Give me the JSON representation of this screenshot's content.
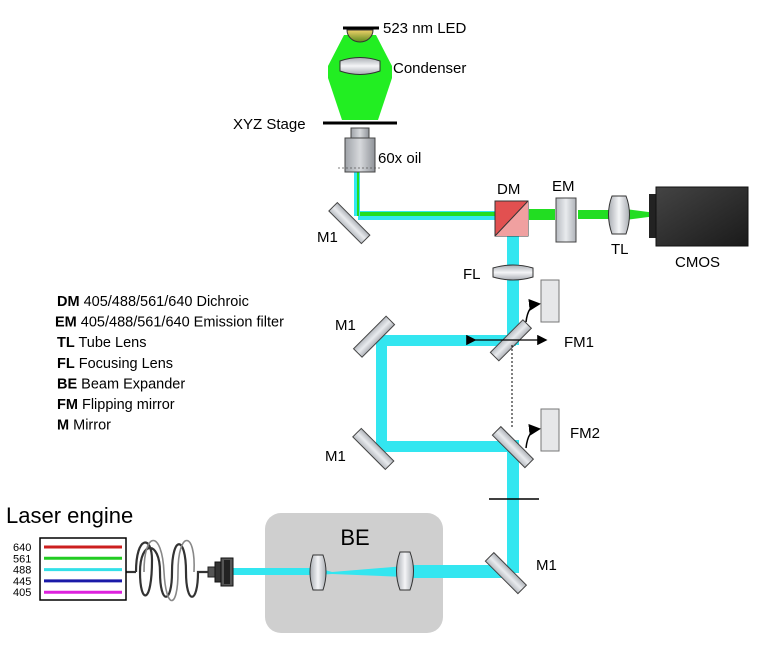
{
  "labels": {
    "led": "523 nm LED",
    "condenser": "Condenser",
    "stage": "XYZ Stage",
    "objective": "60x oil",
    "m1_top": "M1",
    "dm": "DM",
    "em": "EM",
    "tl": "TL",
    "cmos": "CMOS",
    "fl": "FL",
    "m1_mid_upper": "M1",
    "fm1": "FM1",
    "m1_mid_lower": "M1",
    "fm2": "FM2",
    "laser_engine": "Laser engine",
    "be": "BE",
    "m1_bottom": "M1"
  },
  "legend": [
    {
      "abbr": "DM",
      "text": "405/488/561/640 Dichroic"
    },
    {
      "abbr": "EM",
      "text": "405/488/561/640 Emission filter"
    },
    {
      "abbr": "TL",
      "text": "Tube Lens"
    },
    {
      "abbr": "FL",
      "text": "Focusing Lens"
    },
    {
      "abbr": "BE",
      "text": "Beam Expander"
    },
    {
      "abbr": "FM",
      "text": "Flipping mirror"
    },
    {
      "abbr": "M",
      "text": "Mirror"
    }
  ],
  "laser_lines": [
    {
      "wavelength": "640",
      "color": "#cc1f1f"
    },
    {
      "wavelength": "561",
      "color": "#22cc22"
    },
    {
      "wavelength": "488",
      "color": "#33e0e8"
    },
    {
      "wavelength": "445",
      "color": "#1a1aa8"
    },
    {
      "wavelength": "405",
      "color": "#dd22dd"
    }
  ],
  "colors": {
    "excitation_beam": "#33e6f0",
    "emission_beam": "#22dd22",
    "led_light": "#22ee22",
    "be_box": "#cfcfcf",
    "optic_fill": "#c8ccd2",
    "dichroic": "#e25050",
    "camera": "#2a2a2a"
  }
}
